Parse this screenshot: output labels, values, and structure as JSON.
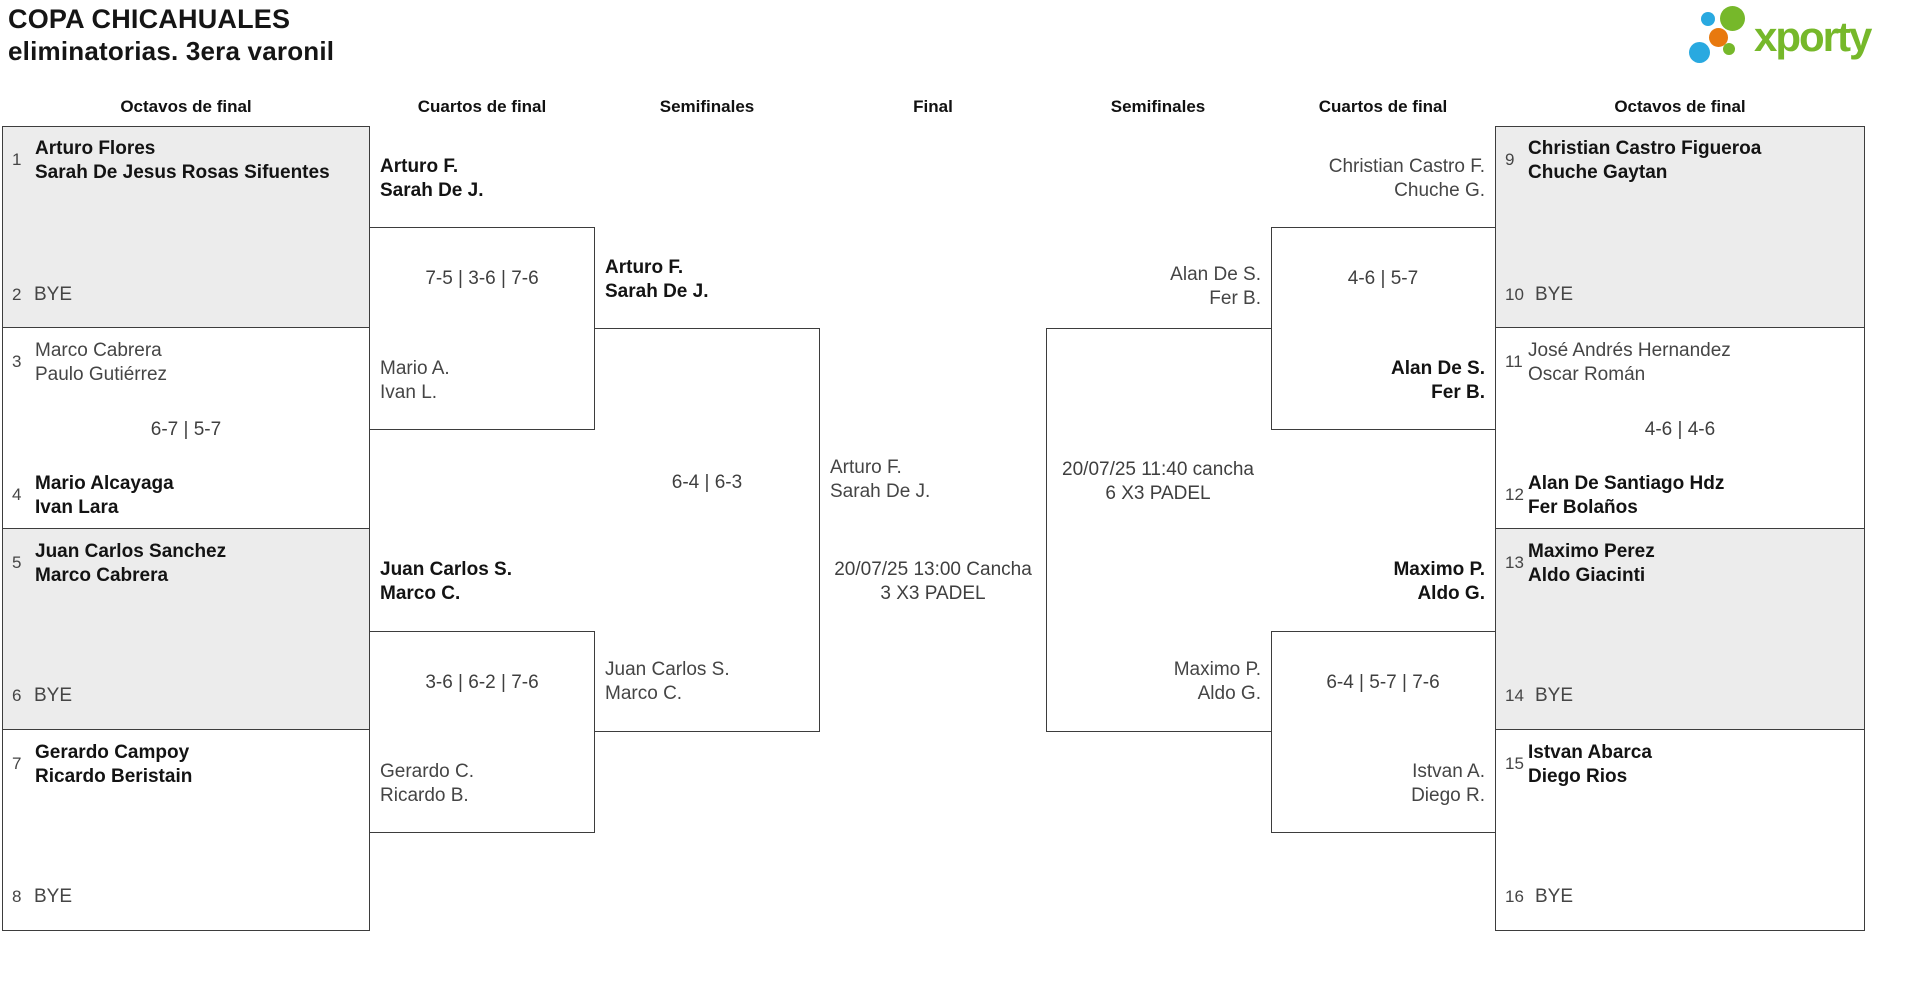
{
  "title": {
    "line1": "COPA CHICAHUALES",
    "line2": "eliminatorias. 3era varonil"
  },
  "logo": {
    "text": "xporty",
    "green": "#76b82a",
    "blue": "#29a9e0",
    "orange": "#e8790e"
  },
  "colors": {
    "bye_box_fill": "#ececec",
    "bracket_line": "#3d3d3d",
    "winner_text": "#131313",
    "regular_text": "#454545"
  },
  "rounds": [
    "Octavos de final",
    "Cuartos de final",
    "Semifinales",
    "Final",
    "Semifinales",
    "Cuartos de final",
    "Octavos de final"
  ],
  "octavos_left": [
    {
      "seed_a": "1",
      "a1": "Arturo Flores",
      "a2": "Sarah De Jesus Rosas Sifuentes",
      "seed_b": "2",
      "b": "BYE"
    },
    {
      "seed_a": "3",
      "a1": "Marco Cabrera",
      "a2": "Paulo Gutiérrez",
      "score": "6-7 | 5-7",
      "seed_b": "4",
      "b1": "Mario Alcayaga",
      "b2": "Ivan Lara"
    },
    {
      "seed_a": "5",
      "a1": "Juan Carlos Sanchez",
      "a2": "Marco Cabrera",
      "seed_b": "6",
      "b": "BYE"
    },
    {
      "seed_a": "7",
      "a1": "Gerardo Campoy",
      "a2": "Ricardo Beristain",
      "seed_b": "8",
      "b": "BYE"
    }
  ],
  "cuartos_left": [
    {
      "a1": "Arturo F.",
      "a2": "Sarah De J.",
      "score": "7-5 | 3-6 | 7-6",
      "b1": "Mario A.",
      "b2": "Ivan L."
    },
    {
      "a1": "Juan Carlos S.",
      "a2": "Marco C.",
      "score": "3-6 | 6-2 | 7-6",
      "b1": "Gerardo C.",
      "b2": "Ricardo B."
    }
  ],
  "semifinal_left": {
    "a1": "Arturo F.",
    "a2": "Sarah De J.",
    "score": "6-4 | 6-3",
    "b1": "Juan Carlos S.",
    "b2": "Marco C."
  },
  "final": {
    "a1": "Arturo F.",
    "a2": "Sarah De J.",
    "schedule1": "20/07/25 13:00 Cancha",
    "schedule2": "3 X3 PADEL"
  },
  "semifinal_right": {
    "a1": "Alan De S.",
    "a2": "Fer B.",
    "schedule1": "20/07/25 11:40 cancha",
    "schedule2": "6 X3 PADEL",
    "b1": "Maximo P.",
    "b2": "Aldo G."
  },
  "cuartos_right": [
    {
      "a1": "Christian Castro F.",
      "a2": "Chuche G.",
      "score": "4-6 | 5-7",
      "b1": "Alan De S.",
      "b2": "Fer B."
    },
    {
      "a1": "Maximo P.",
      "a2": "Aldo G.",
      "score": "6-4 | 5-7 | 7-6",
      "b1": "Istvan A.",
      "b2": "Diego R."
    }
  ],
  "octavos_right": [
    {
      "seed_a": "9",
      "a1": "Christian Castro Figueroa",
      "a2": "Chuche Gaytan",
      "seed_b": "10",
      "b": "BYE"
    },
    {
      "seed_a": "11",
      "a1": "José Andrés Hernandez",
      "a2": "Oscar Román",
      "score": "4-6 | 4-6",
      "seed_b": "12",
      "b1": "Alan De Santiago Hdz",
      "b2": "Fer Bolaños"
    },
    {
      "seed_a": "13",
      "a1": "Maximo Perez",
      "a2": "Aldo Giacinti",
      "seed_b": "14",
      "b": "BYE"
    },
    {
      "seed_a": "15",
      "a1": "Istvan Abarca",
      "a2": "Diego Rios",
      "seed_b": "16",
      "b": "BYE"
    }
  ]
}
